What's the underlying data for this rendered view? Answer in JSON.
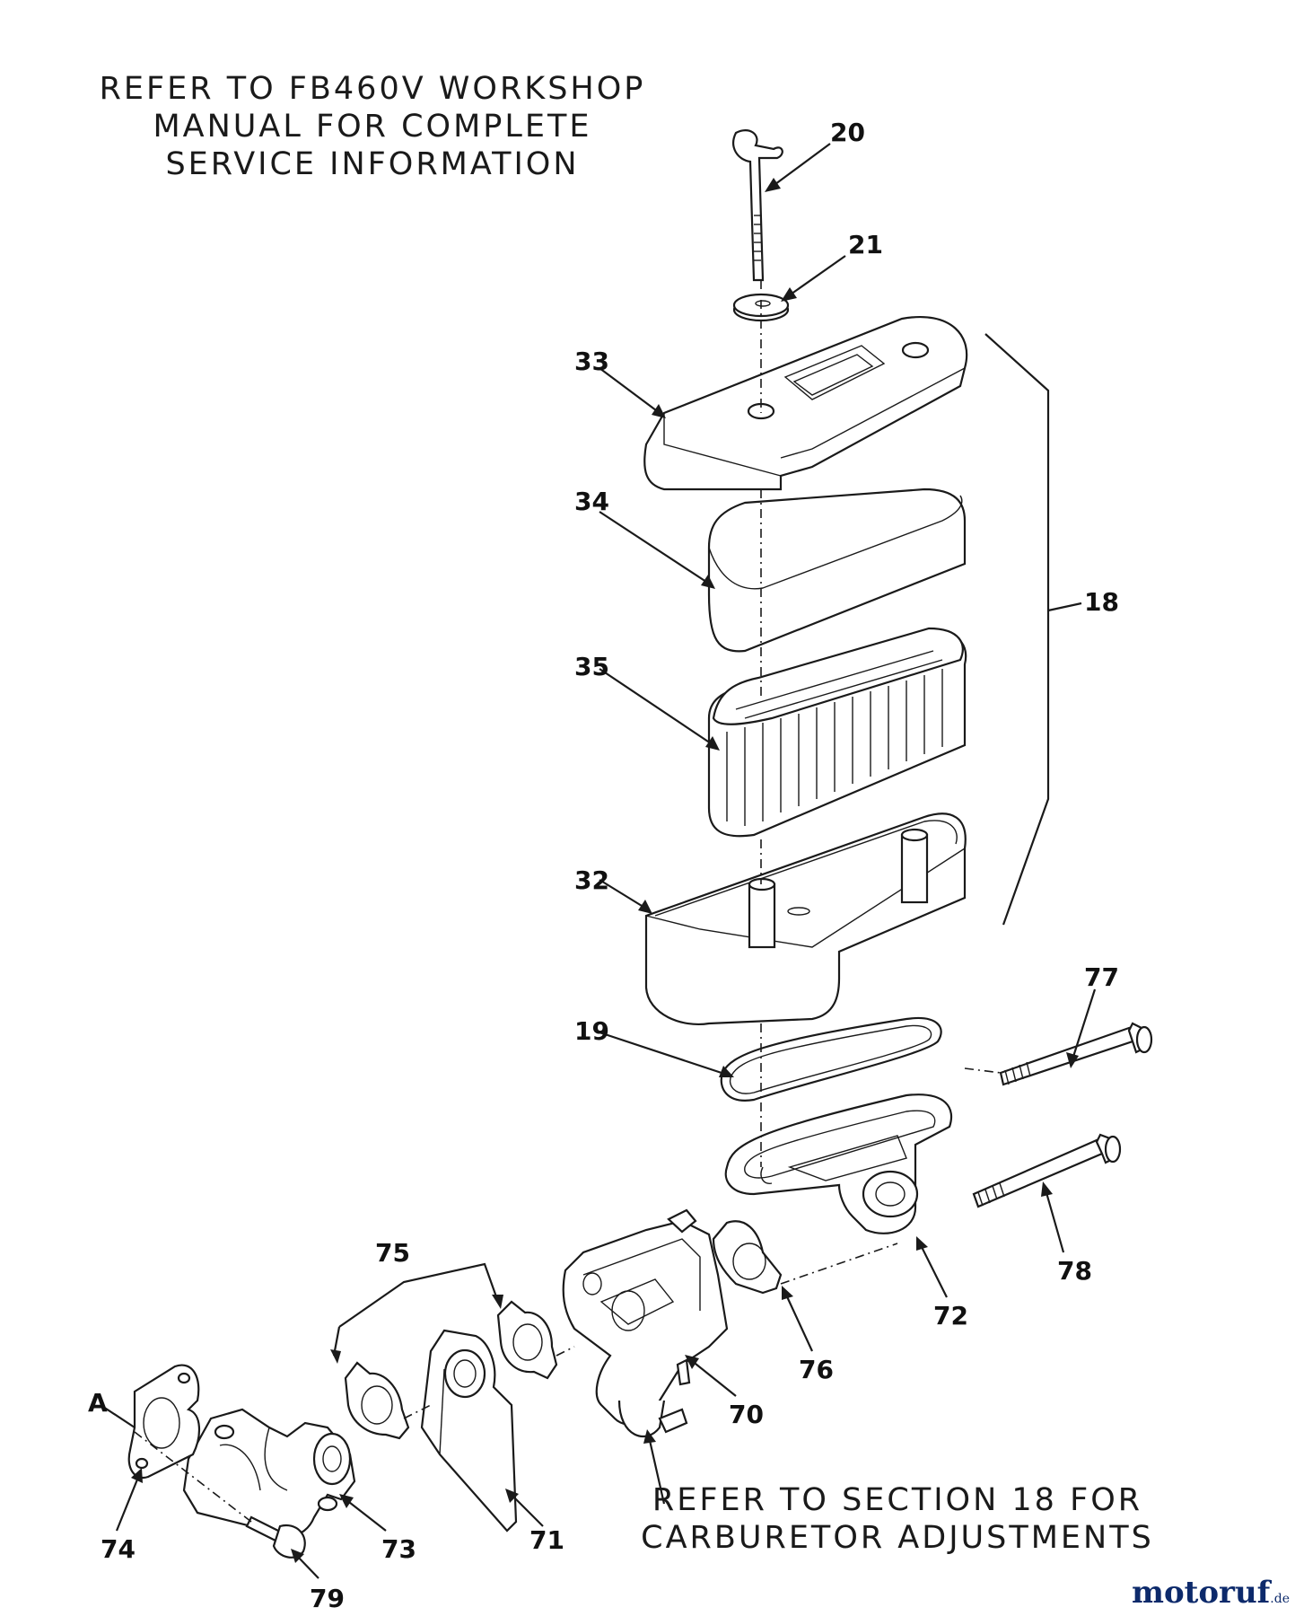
{
  "notes": {
    "top": [
      "REFER TO FB460V WORKSHOP",
      "MANUAL FOR COMPLETE",
      "SERVICE INFORMATION"
    ],
    "bottom": [
      "REFER TO SECTION 18 FOR",
      "CARBURETOR ADJUSTMENTS"
    ]
  },
  "callouts": {
    "c20": "20",
    "c21": "21",
    "c33": "33",
    "c18": "18",
    "c34": "34",
    "c35": "35",
    "c32": "32",
    "c77": "77",
    "c19": "19",
    "c78": "78",
    "c75": "75",
    "c72": "72",
    "c76": "76",
    "c70": "70",
    "cA": "A",
    "c74": "74",
    "c73": "73",
    "c71": "71",
    "c79": "79"
  },
  "logo": {
    "text": "motoruf",
    "suffix": ".de"
  },
  "colors": {
    "ink": "#1a1a1a",
    "logo": "#0d2a6b",
    "background": "#ffffff"
  }
}
